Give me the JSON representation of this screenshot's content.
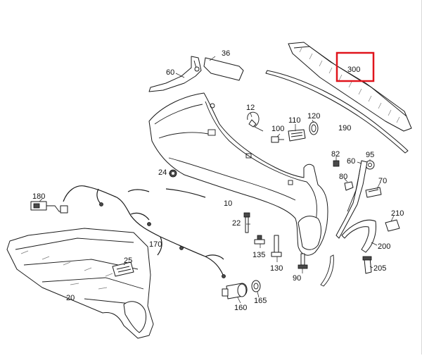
{
  "highlight_color": "#e0141c",
  "labels": {
    "p10": "10",
    "p12": "12",
    "p20": "20",
    "p22": "22",
    "p24": "24",
    "p25": "25",
    "p36": "36",
    "p60a": "60",
    "p60b": "60",
    "p70": "70",
    "p80": "80",
    "p82": "82",
    "p90": "90",
    "p95": "95",
    "p100": "100",
    "p110": "110",
    "p120": "120",
    "p130": "130",
    "p135": "135",
    "p160": "160",
    "p165": "165",
    "p170": "170",
    "p180": "180",
    "p190": "190",
    "p200": "200",
    "p205": "205",
    "p210": "210",
    "p300": "300"
  }
}
